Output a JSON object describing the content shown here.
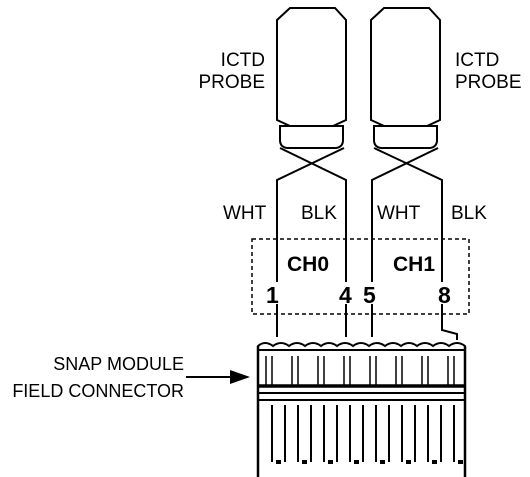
{
  "probes": [
    {
      "line1": "ICTD",
      "line2": "PROBE"
    },
    {
      "line1": "ICTD",
      "line2": "PROBE"
    }
  ],
  "wires": [
    {
      "color_label": "WHT"
    },
    {
      "color_label": "BLK"
    },
    {
      "color_label": "WHT"
    },
    {
      "color_label": "BLK"
    }
  ],
  "channels": [
    {
      "label": "CH0",
      "pin_a": "1",
      "pin_b": "4"
    },
    {
      "label": "CH1",
      "pin_a": "5",
      "pin_b": "8"
    }
  ],
  "callout": {
    "line1": "SNAP MODULE",
    "line2": "FIELD CONNECTOR"
  }
}
